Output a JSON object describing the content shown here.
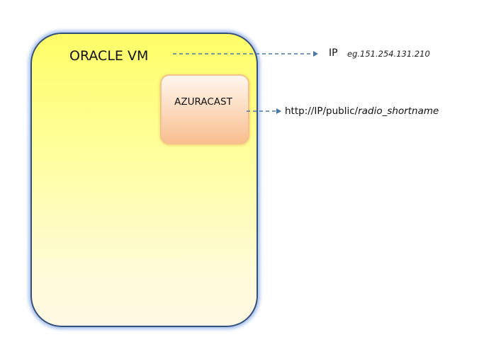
{
  "vm": {
    "title": "ORACLE VM"
  },
  "app": {
    "title": "AZURACAST"
  },
  "ip_note": {
    "label": "IP",
    "example": "eg.151.254.131.210"
  },
  "url_note": {
    "prefix": "http://IP/public/",
    "shortname": "radio_shortname"
  },
  "colors": {
    "vm_border": "#34507a",
    "vm_fill": "#ffff9c",
    "app_border": "#f4c28c",
    "app_fill": "#fcd9bb",
    "connector": "#4a78a8"
  }
}
